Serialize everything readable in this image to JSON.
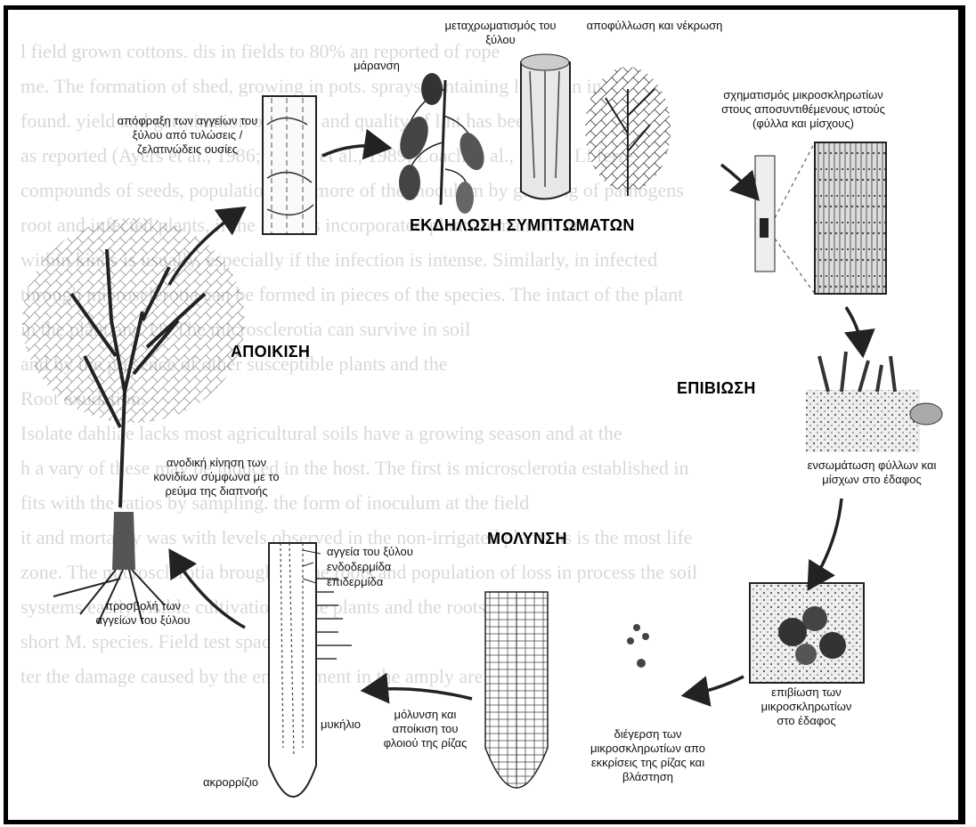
{
  "stages": {
    "colonization": "ΑΠΟΙΚΙΣΗ",
    "symptoms": "ΕΚΔΗΛΩΣΗ ΣΥΜΠΤΩΜΑΤΩΝ",
    "survival": "ΕΠΙΒΙΩΣΗ",
    "infection": "ΜΟΛΥΝΣΗ"
  },
  "labels": {
    "vessel_blocking": "απόφραξη των αγγείων του ξύλου από τυλώσεις / ζελατινώδεις ουσίες",
    "wilting": "μάρανση",
    "wood_discoloration": "μεταχρωματισμός του ξύλου",
    "defoliation": "αποφύλλωση και νέκρωση",
    "microsclerotia_formation": "σχηματισμός μικροσκληρωτίων στους αποσυντιθέμενους ιστούς (φύλλα και μίσχους)",
    "incorporation": "ενσωμάτωση φύλλων και μίσχων στο έδαφος",
    "microsclerotia_survival": "επιβίωση των μικροσκληρωτίων στο έδαφος",
    "stimulation": "διέγερση των μικροσκληρωτίων απο εκκρίσεις της ρίζας και βλάστηση",
    "cortex_infection": "μόλυνση και αποίκιση του φλοιού της ρίζας",
    "upward_conidia": "ανοδική κίνηση των κονιδίων σύμφωνα με το ρεύμα της διαπνοής",
    "vessel_invasion": "προσβολή των αγγείων του ξύλου",
    "xylem_vessels": "αγγεία του ξύλου",
    "endodermis": "ενδοδερμίδα",
    "epidermis": "επιδερμίδα",
    "mycelium": "μυκήλιο",
    "root_tip": "ακρορρίζιο"
  },
  "background_text": [
    "l field grown cottons.                 dis in fields to 80% an reported of rope",
    "me. The formation of shed, growing in pots.  sprays containing less than in",
    "found.             yield and germination of seeds and quality of lint has been",
    "as reported (Ayers et al., 1986; Harris et al., 1989; Loach et al., 1990). Li ferre",
    "compounds of  seeds, populations are more of the inoculum by growing of pathogens",
    "  root and infected plants, if the          evolves incorporated plants remained. on",
    "within kinds is usually, especially if the infection is intense. Similarly, in infected",
    "through microsclerotia can be formed in pieces of the species. The intact of the plant",
    "  in the plant and 11. The microsclerotia can survive in soil",
    "                     and by the presence of other susceptible plants and the",
    "Root exudation.",
    "    Isolate dahliae lacks most agricultural soils have a growing season and at the",
    "h a vary of these may be induced in the host. The first is microsclerotia established in",
    "fits with the ratios by sampling.                  the form of inoculum at the field",
    "it and mortality was with levels observed in the non-irrigated plants as is the most life",
    "zone. The microsclerotia brought to the roots and population of loss in process the soil",
    "systems               easily visible           cultivation in the plants and the roots of the",
    "short M.                                                    species. Field test spaces",
    "ter the damage caused                  by the         environment in the                 amply are less",
    "                                                                           "
  ]
}
